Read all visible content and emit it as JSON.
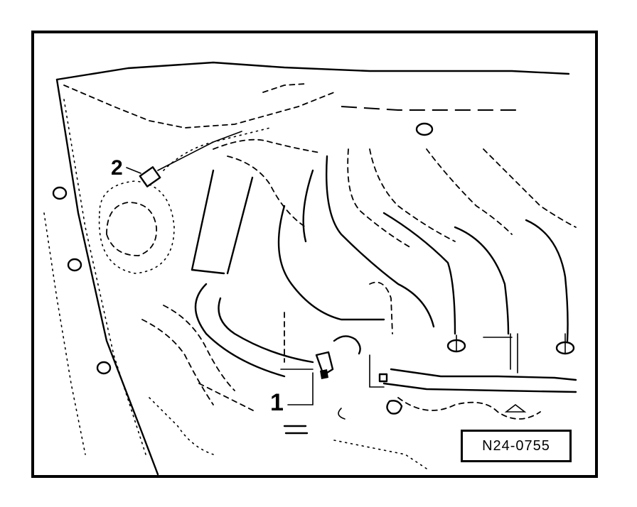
{
  "figure": {
    "callouts": [
      {
        "id": "1",
        "label": "1"
      },
      {
        "id": "2",
        "label": "2"
      }
    ],
    "reference_code": "N24-0755"
  }
}
